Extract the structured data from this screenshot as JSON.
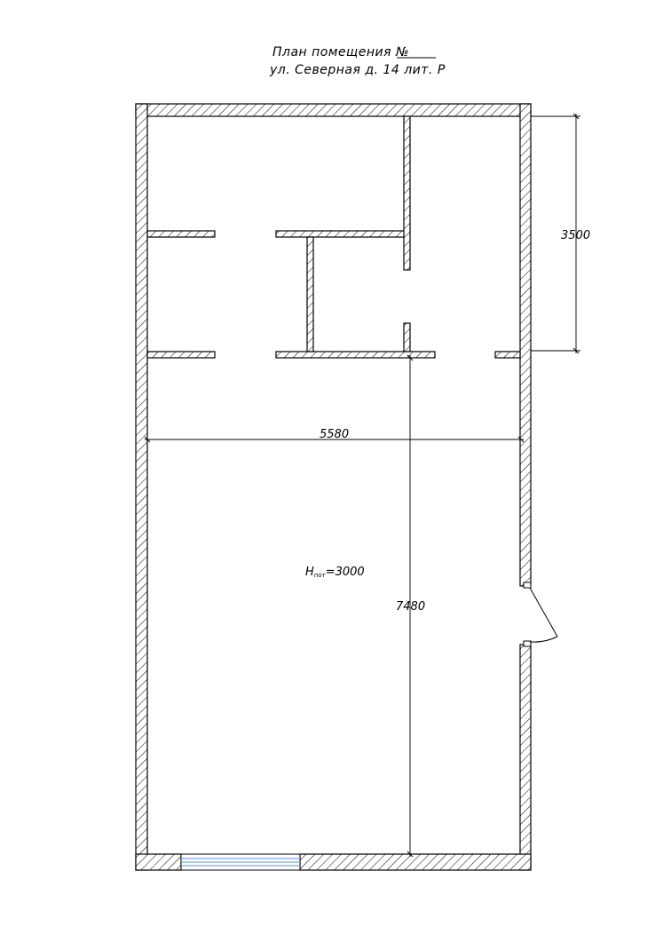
{
  "title": {
    "line1": "План помещения №",
    "line2": "ул. Северная д. 14 лит. Р"
  },
  "dimensions": {
    "right_vertical": "3500",
    "horizontal_width": "5580",
    "vertical_depth": "7480"
  },
  "room_height": {
    "prefix": "H",
    "subscript": "пот",
    "value": "=3000"
  },
  "colors": {
    "line": "#000000",
    "window": "#5b8fd6"
  }
}
